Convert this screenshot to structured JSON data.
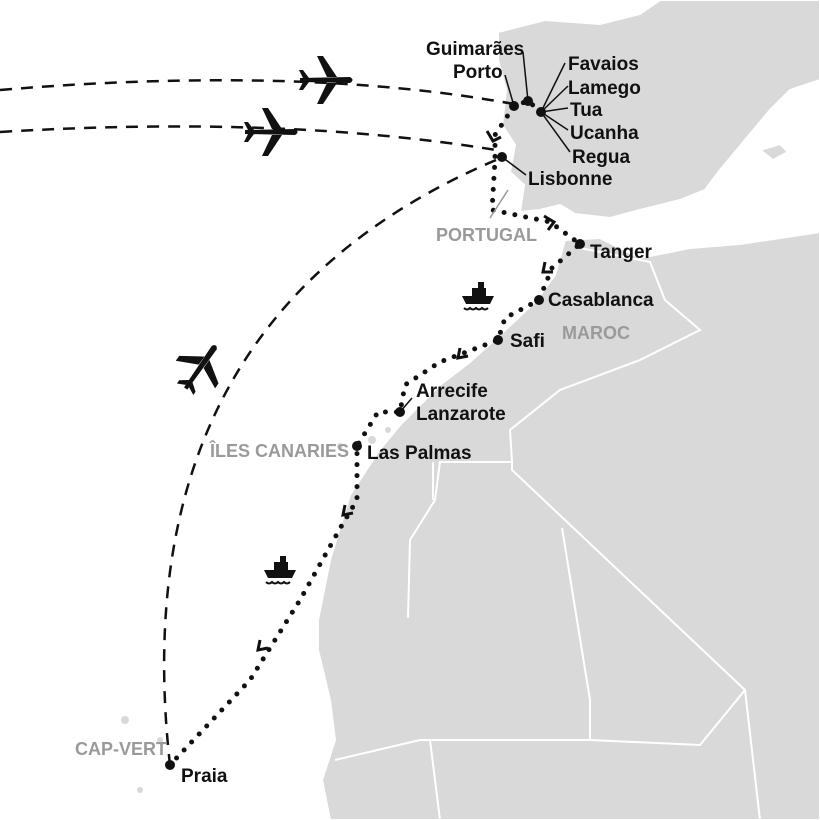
{
  "colors": {
    "land": "#d9d9d9",
    "sea": "#ffffff",
    "route": "#111111",
    "country_label": "#9a9a9a"
  },
  "countries": [
    "PORTUGAL",
    "MAROC",
    "ÎLES CANARIES",
    "CAP-VERT"
  ],
  "cities": [
    "Guimarães",
    "Porto",
    "Favaios",
    "Lamego",
    "Tua",
    "Ucanha",
    "Regua",
    "Lisbonne",
    "Tanger",
    "Casablanca",
    "Safi",
    "Arrecife",
    "Lanzarote",
    "Las Palmas",
    "Praia"
  ],
  "icons": {
    "flight": "airplane-icon",
    "sea": "ship-icon",
    "direction": "chevron-arrow-icon"
  },
  "legend_routes": {
    "flight": "dashed",
    "land_sea": "dotted"
  }
}
